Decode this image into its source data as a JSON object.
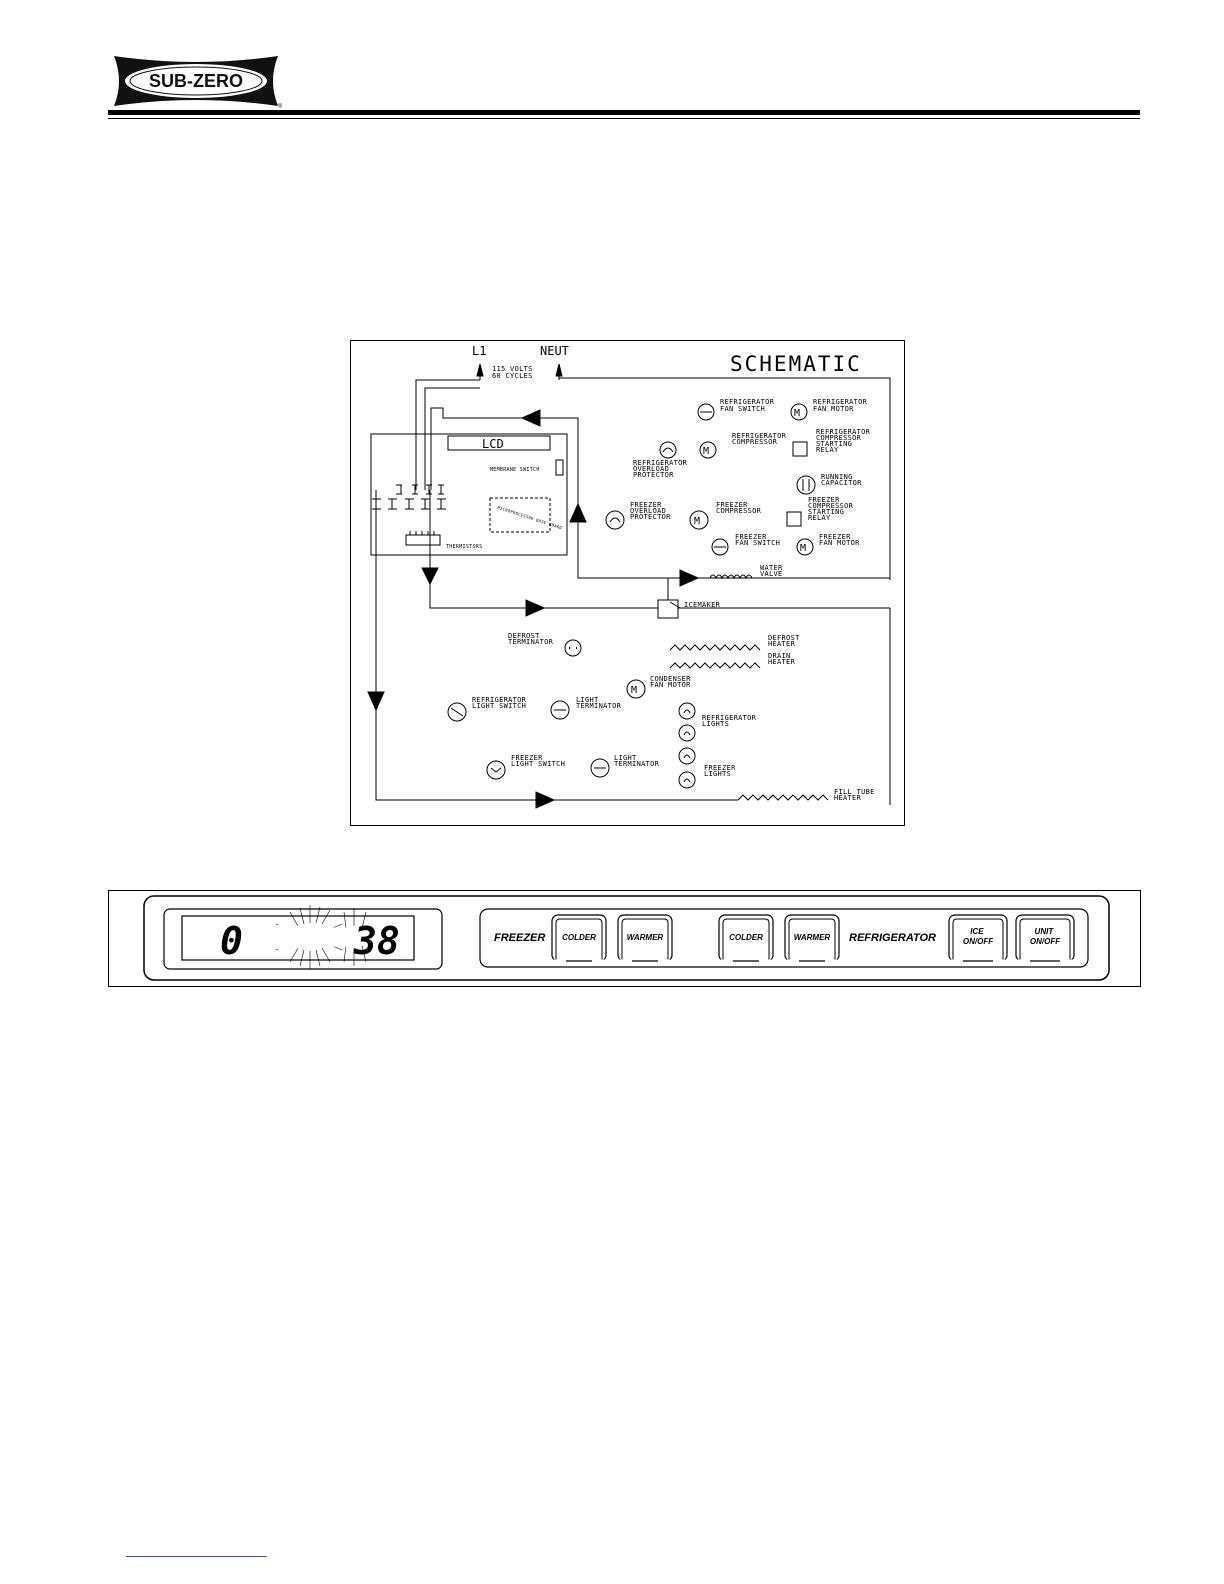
{
  "brand": {
    "logo_text": "SUB-ZERO",
    "registered_mark": "®"
  },
  "schematic": {
    "title": "SCHEMATIC",
    "power": {
      "l1": "L1",
      "neut": "NEUT",
      "volts": "115 VOLTS",
      "cycles": "60 CYCLES"
    },
    "board": {
      "lcd": "LCD",
      "membrane_switch": "MEMBRANE SWITCH",
      "thermistors": "THERMISTORS",
      "microprocessor": "MICROPROCESSOR BASE BOARD"
    },
    "components": {
      "refrigerator_fan_switch": [
        "REFRIGERATOR",
        "FAN SWITCH"
      ],
      "refrigerator_fan_motor": [
        "REFRIGERATOR",
        "FAN MOTOR"
      ],
      "refrigerator_compressor": [
        "REFRIGERATOR",
        "COMPRESSOR"
      ],
      "refrigerator_compressor_starting_relay": [
        "REFRIGERATOR",
        "COMPRESSOR",
        "STARTING",
        "RELAY"
      ],
      "refrigerator_overload_protector": [
        "REFRIGERATOR",
        "OVERLOAD",
        "PROTECTOR"
      ],
      "running_capacitor": [
        "RUNNING",
        "CAPACITOR"
      ],
      "freezer_overload_protector": [
        "FREEZER",
        "OVERLOAD",
        "PROTECTOR"
      ],
      "freezer_compressor": [
        "FREEZER",
        "COMPRESSOR"
      ],
      "freezer_compressor_starting_relay": [
        "FREEZER",
        "COMPRESSOR",
        "STARTING",
        "RELAY"
      ],
      "freezer_fan_switch": [
        "FREEZER",
        "FAN SWITCH"
      ],
      "freezer_fan_motor": [
        "FREEZER",
        "FAN MOTOR"
      ],
      "water_valve": [
        "WATER",
        "VALVE"
      ],
      "icemaker": [
        "ICEMAKER"
      ],
      "defrost_terminator": [
        "DEFROST",
        "TERMINATOR"
      ],
      "defrost_heater": [
        "DEFROST",
        "HEATER"
      ],
      "drain_heater": [
        "DRAIN",
        "HEATER"
      ],
      "condenser_fan_motor": [
        "CONDENSER",
        "FAN MOTOR"
      ],
      "refrigerator_light_switch": [
        "REFRIGERATOR",
        "LIGHT SWITCH"
      ],
      "refrigerator_light_terminator": [
        "LIGHT",
        "TERMINATOR"
      ],
      "refrigerator_lights": [
        "REFRIGERATOR",
        "LIGHTS"
      ],
      "freezer_light_switch": [
        "FREEZER",
        "LIGHT SWITCH"
      ],
      "freezer_light_terminator": [
        "LIGHT",
        "TERMINATOR"
      ],
      "freezer_lights": [
        "FREEZER",
        "LIGHTS"
      ],
      "fill_tube_heater": [
        "FILL TUBE",
        "HEATER"
      ]
    }
  },
  "control_panel": {
    "display": {
      "freezer_temp": "0",
      "refrigerator_temp": "38"
    },
    "freezer_label": "FREEZER",
    "refrigerator_label": "REFRIGERATOR",
    "buttons": {
      "freezer_colder": "COLDER",
      "freezer_warmer": "WARMER",
      "refrigerator_colder": "COLDER",
      "refrigerator_warmer": "WARMER",
      "ice": [
        "ICE",
        "ON/OFF"
      ],
      "unit": [
        "UNIT",
        "ON/OFF"
      ]
    }
  }
}
